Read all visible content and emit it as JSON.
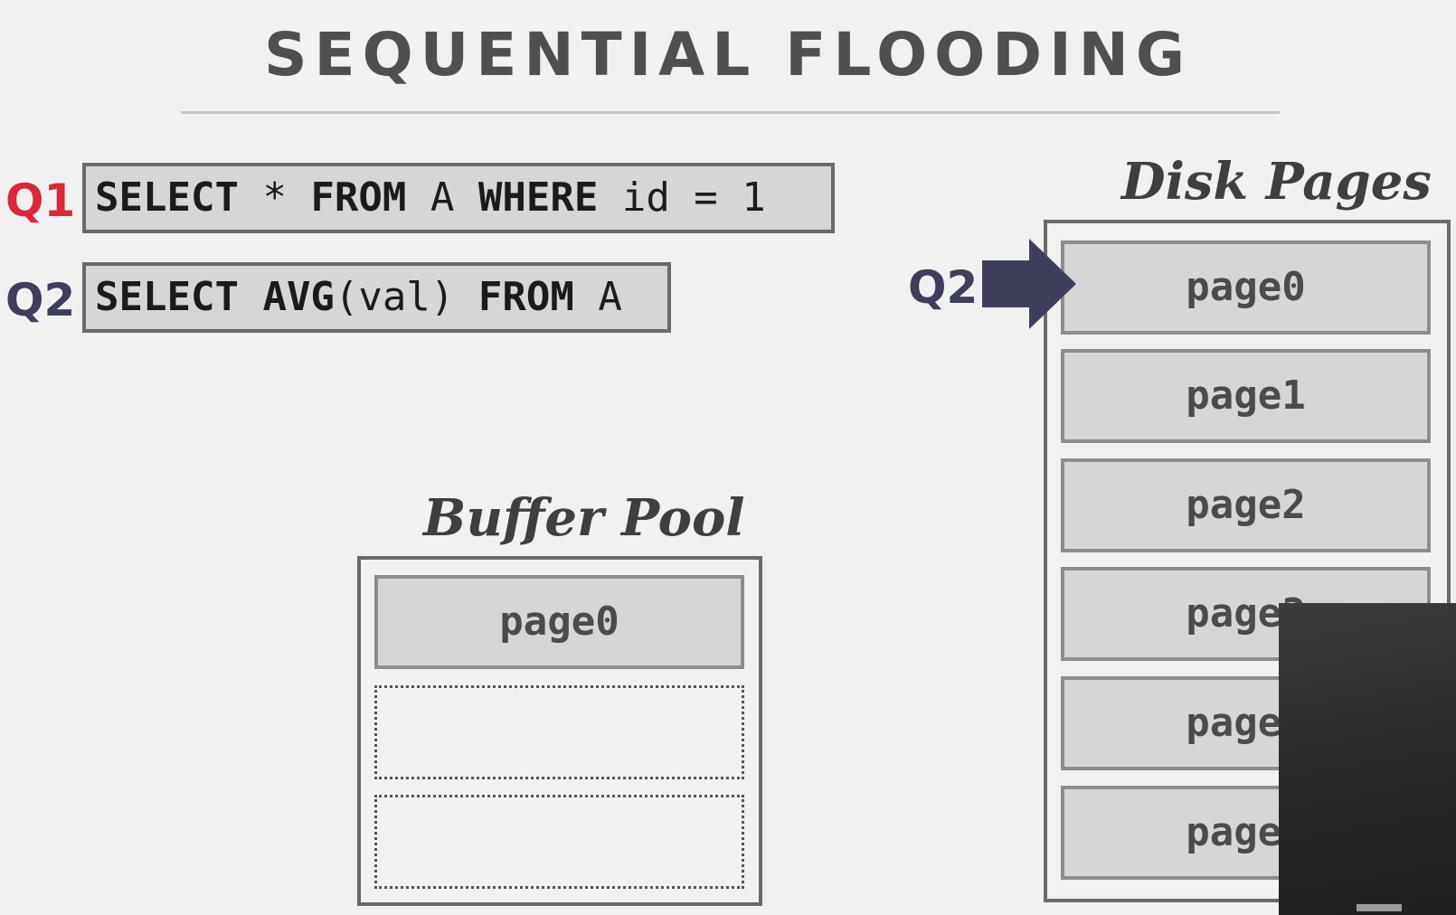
{
  "slide": {
    "title": "SEQUENTIAL FLOODING"
  },
  "queries": {
    "q1": {
      "label": "Q1",
      "tokens": [
        "SELECT",
        " * ",
        "FROM",
        " A ",
        "WHERE",
        " id = 1"
      ]
    },
    "q2": {
      "label": "Q2",
      "tokens": [
        "SELECT",
        " ",
        "AVG",
        "(val) ",
        "FROM",
        " A"
      ]
    }
  },
  "disk": {
    "title": "Disk Pages",
    "pointer_label": "Q2",
    "pages": [
      "page0",
      "page1",
      "page2",
      "page3",
      "page4",
      "page5"
    ]
  },
  "buffer_pool": {
    "title": "Buffer Pool",
    "frames": [
      "page0",
      "",
      ""
    ]
  },
  "colors": {
    "q1": "#d9283a",
    "q2": "#3f3f5c",
    "arrow": "#3f3f5c",
    "page_fill": "#d6d6d6",
    "background": "#f1f1f1"
  }
}
